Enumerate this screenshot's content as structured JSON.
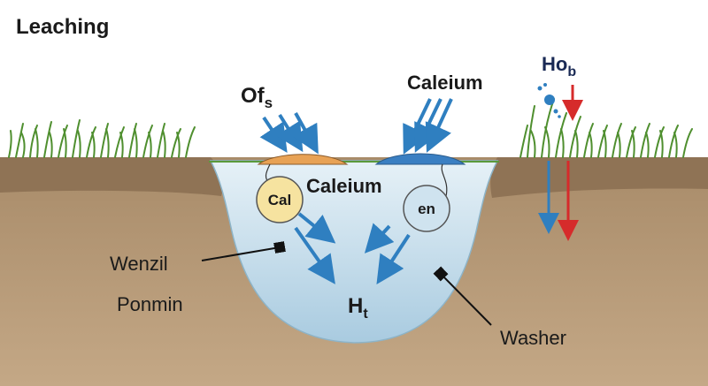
{
  "title": "Leaching",
  "labels": {
    "of_main": "Of",
    "of_sub": "s",
    "caleium_top": "Caleium",
    "ho_main": "Ho",
    "ho_sub": "b",
    "caleium_mid": "Caleium",
    "cal_circle": "Cal",
    "en_circle": "en",
    "wenzil": "Wenzil",
    "ponmin": "Ponmin",
    "h_main": "H",
    "h_sub": "t",
    "washer": "Washer"
  },
  "colors": {
    "soil_top": "#8f7355",
    "soil_body": "#b89b7a",
    "grass": "#4f8f2f",
    "water": "#cfe3ef",
    "water_edge": "#8db4c8",
    "arrow_blue": "#2f7fc0",
    "arrow_red": "#d62b2b",
    "cal_fill": "#f6e3a0",
    "en_fill": "#cfe3ef",
    "orange_mound": "#e8a255",
    "blue_mound": "#3a7fc2"
  },
  "icons": [
    "grass-left-icon",
    "grass-right-icon",
    "bubbles-icon"
  ]
}
